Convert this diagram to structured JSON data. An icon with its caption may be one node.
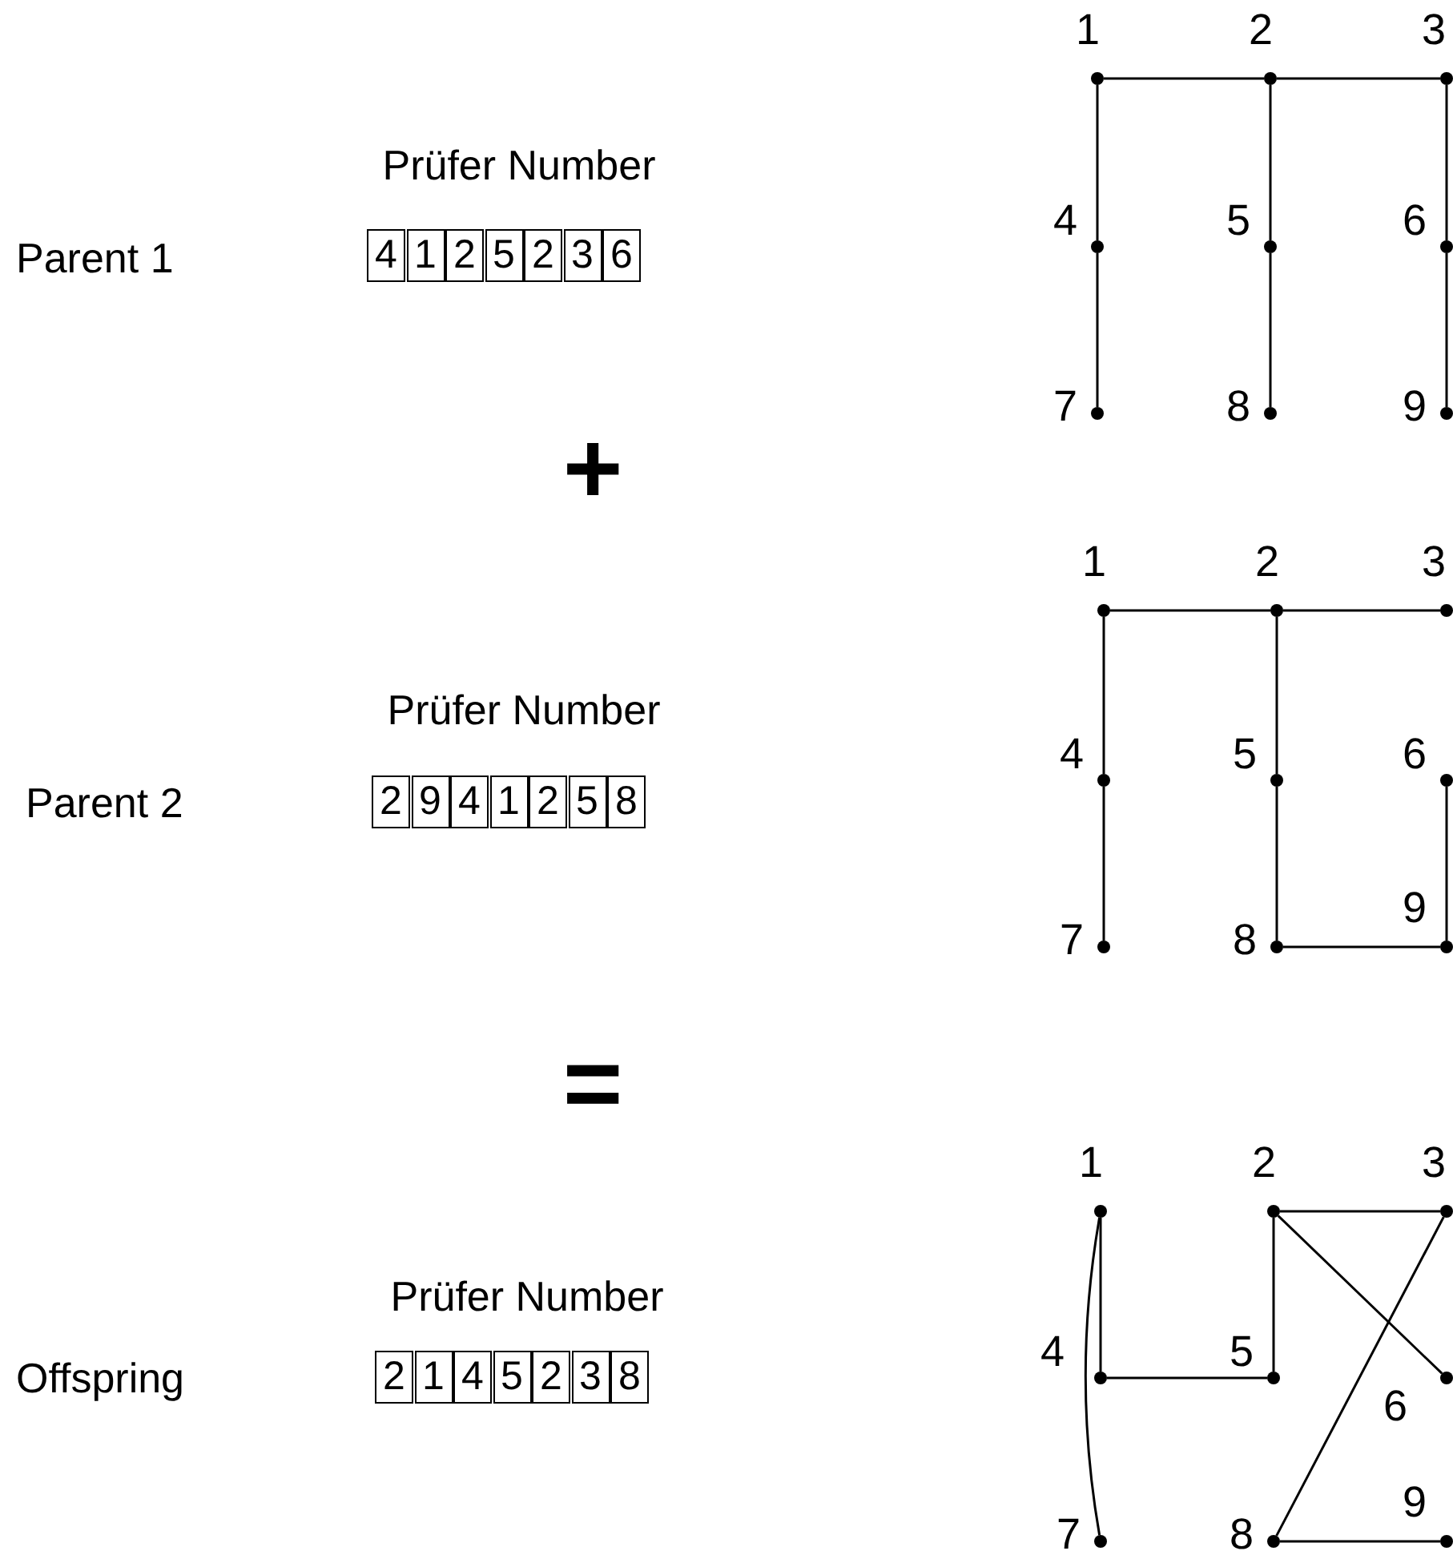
{
  "diagram": {
    "nodes": [
      {
        "text": [],
        "shape": "circle",
        "beside": [
          "1"
        ]
      },
      {
        "text": [],
        "shape": "circle",
        "beside": [
          "2"
        ]
      },
      {
        "text": [],
        "shape": "circle",
        "beside": [
          "3"
        ]
      },
      {
        "text": [],
        "shape": "circle",
        "beside": [
          "4"
        ]
      },
      {
        "text": [],
        "shape": "circle",
        "beside": [
          "5"
        ]
      },
      {
        "text": [],
        "shape": "circle",
        "beside": [
          "6"
        ]
      },
      {
        "text": [],
        "shape": "circle",
        "beside": [
          "7"
        ]
      },
      {
        "text": [],
        "shape": "circle",
        "beside": [
          "8"
        ]
      },
      {
        "text": [],
        "shape": "circle",
        "beside": [
          "9"
        ]
      },
      {
        "text": [],
        "shape": "circle",
        "beside": [
          "1"
        ]
      },
      {
        "text": [],
        "shape": "circle",
        "beside": [
          "2"
        ]
      },
      {
        "text": [],
        "shape": "circle",
        "beside": [
          "3"
        ]
      },
      {
        "text": [],
        "shape": "circle",
        "beside": [
          "4"
        ]
      },
      {
        "text": [],
        "shape": "circle",
        "beside": [
          "5"
        ]
      },
      {
        "text": [],
        "shape": "circle",
        "beside": [
          "6"
        ]
      },
      {
        "text": [],
        "shape": "circle",
        "beside": [
          "7"
        ]
      },
      {
        "text": [],
        "shape": "circle",
        "beside": [
          "8"
        ]
      },
      {
        "text": [],
        "shape": "circle",
        "beside": [
          "9"
        ]
      },
      {
        "text": [],
        "shape": "circle",
        "beside": [
          "1"
        ]
      },
      {
        "text": [],
        "shape": "circle",
        "beside": [
          "2"
        ]
      },
      {
        "text": [],
        "shape": "circle",
        "beside": [
          "3"
        ]
      },
      {
        "text": [],
        "shape": "circle",
        "beside": [
          "4"
        ]
      },
      {
        "text": [],
        "shape": "circle",
        "beside": [
          "5"
        ]
      },
      {
        "text": [],
        "shape": "circle",
        "beside": [
          "6"
        ]
      },
      {
        "text": [],
        "shape": "circle",
        "beside": [
          "7"
        ]
      },
      {
        "text": [],
        "shape": "circle",
        "beside": [
          "8"
        ]
      },
      {
        "text": [],
        "shape": "circle",
        "beside": [
          "9"
        ]
      }
    ],
    "edges": [
      {
        "from": 0,
        "to": 1,
        "arrow": "none"
      },
      {
        "from": 1,
        "to": 2,
        "arrow": "none"
      },
      {
        "from": 0,
        "to": 3,
        "arrow": "none"
      },
      {
        "from": 3,
        "to": 6,
        "arrow": "none"
      },
      {
        "from": 1,
        "to": 4,
        "arrow": "none"
      },
      {
        "from": 4,
        "to": 7,
        "arrow": "none"
      },
      {
        "from": 2,
        "to": 5,
        "arrow": "none"
      },
      {
        "from": 5,
        "to": 8,
        "arrow": "none"
      },
      {
        "from": 9,
        "to": 10,
        "arrow": "none"
      },
      {
        "from": 10,
        "to": 11,
        "arrow": "none"
      },
      {
        "from": 9,
        "to": 12,
        "arrow": "none"
      },
      {
        "from": 12,
        "to": 15,
        "arrow": "none"
      },
      {
        "from": 10,
        "to": 13,
        "arrow": "none"
      },
      {
        "from": 13,
        "to": 16,
        "arrow": "none"
      },
      {
        "from": 16,
        "to": 17,
        "arrow": "none"
      },
      {
        "from": 14,
        "to": 17,
        "arrow": "none"
      },
      {
        "from": 18,
        "to": 21,
        "arrow": "none"
      },
      {
        "from": 18,
        "to": 24,
        "arrow": "none"
      },
      {
        "from": 21,
        "to": 22,
        "arrow": "none"
      },
      {
        "from": 19,
        "to": 22,
        "arrow": "none"
      },
      {
        "from": 19,
        "to": 20,
        "arrow": "none"
      },
      {
        "from": 19,
        "to": 23,
        "arrow": "none"
      },
      {
        "from": 20,
        "to": 25,
        "arrow": "none"
      },
      {
        "from": 25,
        "to": 26,
        "arrow": "none"
      }
    ],
    "labels": [
      "Prüfer Number",
      "Parent 1",
      "4",
      "1",
      "2",
      "5",
      "2",
      "3",
      "6",
      "+",
      "Prüfer Number",
      "Parent 2",
      "2",
      "9",
      "4",
      "1",
      "2",
      "5",
      "8",
      "=",
      "Prüfer Number",
      "Offspring",
      "2",
      "1",
      "4",
      "5",
      "2",
      "3",
      "8"
    ]
  }
}
